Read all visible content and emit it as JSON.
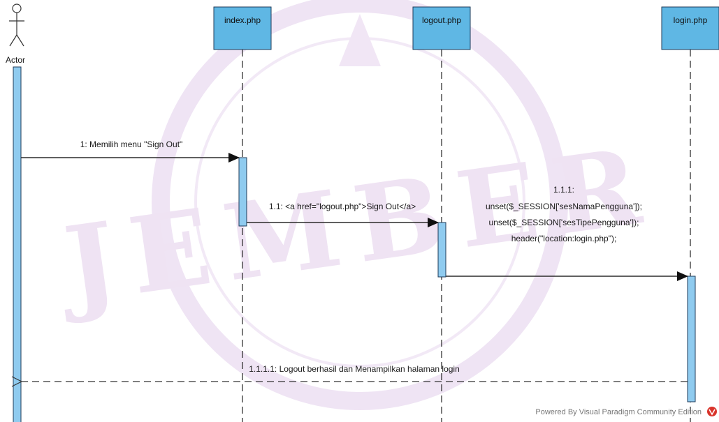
{
  "colors": {
    "box_fill": "#5fb7e4",
    "box_stroke": "#1f3b5a",
    "activation_fill": "#8fcbef",
    "line": "#2b2b2b",
    "watermark": "#e9ddf0",
    "vp_logo": "#d9342b"
  },
  "actor": {
    "name": "Actor"
  },
  "lifelines": [
    {
      "id": "index",
      "label": "index.php"
    },
    {
      "id": "logout",
      "label": "logout.php"
    },
    {
      "id": "login",
      "label": "login.php"
    }
  ],
  "messages": {
    "m1": "1: Memilih menu \"Sign Out\"",
    "m2": "1.1: <a href=\"logout.php\">Sign Out</a>",
    "m3_lines": [
      "1.1.1:",
      "unset($_SESSION['sesNamaPengguna']);",
      "unset($_SESSION['sesTipePengguna']);",
      "header(\"location:login.php\");"
    ],
    "m4": "1.1.1.1: Logout berhasil dan Menampilkan halaman login"
  },
  "watermark": {
    "text": "JEMBER"
  },
  "footer": {
    "credit": "Powered By  Visual Paradigm Community Edition",
    "logo_icon": "visual-paradigm-logo-icon"
  }
}
